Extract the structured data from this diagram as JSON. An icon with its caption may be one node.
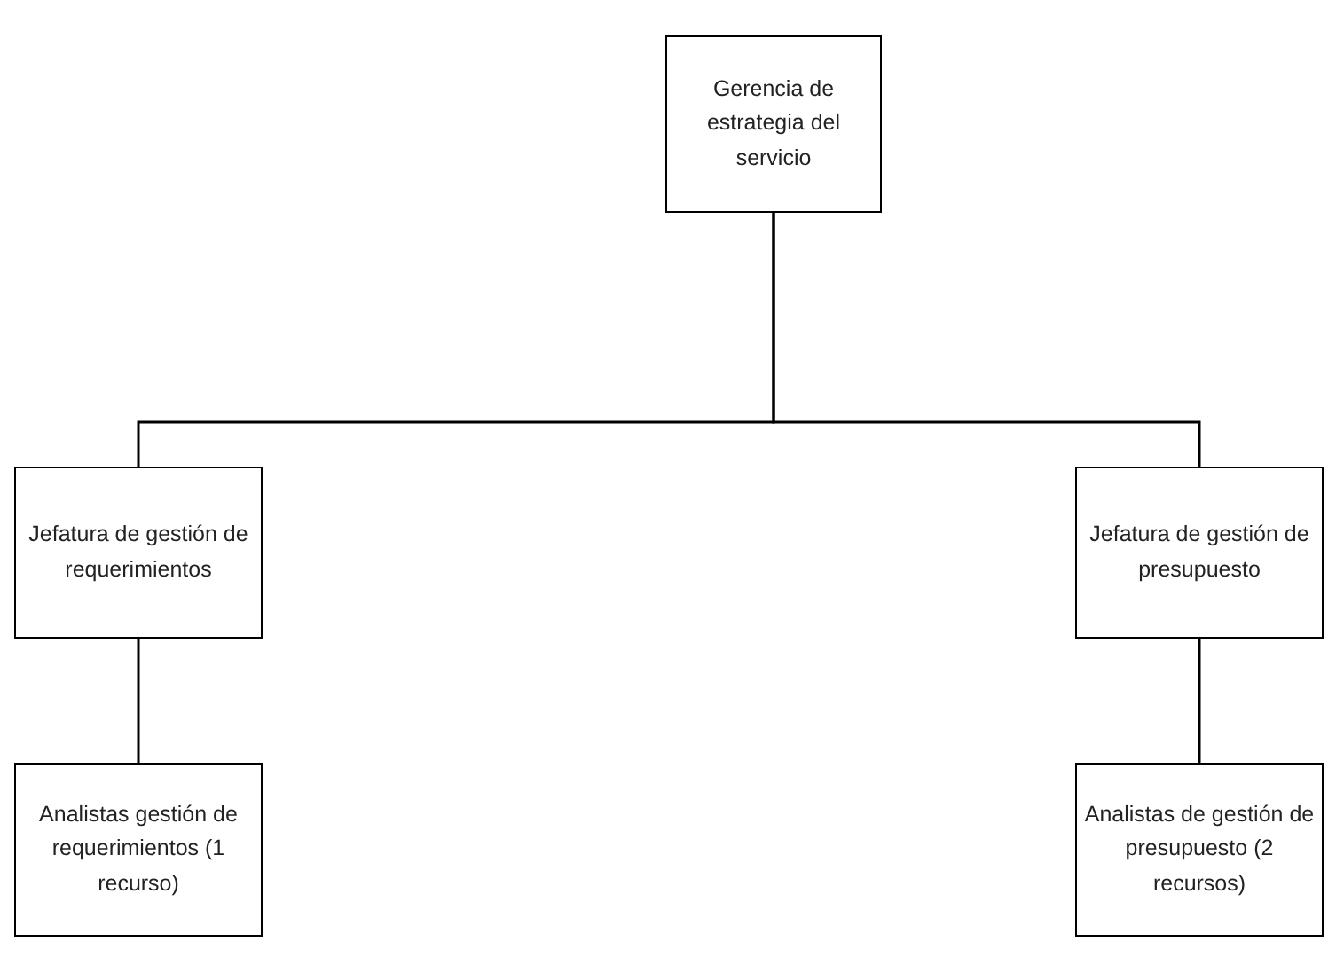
{
  "diagram": {
    "nodes": [
      {
        "text": [
          "Gerencia de estrategia del servicio"
        ]
      },
      {
        "text": [
          "Jefatura de gestión de requerimientos"
        ]
      },
      {
        "text": [
          "Jefatura de gestión de presupuesto"
        ]
      },
      {
        "text": [
          "Analistas gestión de requerimientos (1 recurso)"
        ]
      },
      {
        "text": [
          "Analistas de gestión de presupuesto (2 recursos)"
        ]
      }
    ],
    "edges": [
      {
        "from": 0,
        "to": 1,
        "arrow": "none"
      },
      {
        "from": 0,
        "to": 2,
        "arrow": "none"
      },
      {
        "from": 1,
        "to": 3,
        "arrow": "none"
      },
      {
        "from": 2,
        "to": 4,
        "arrow": "none"
      }
    ]
  }
}
